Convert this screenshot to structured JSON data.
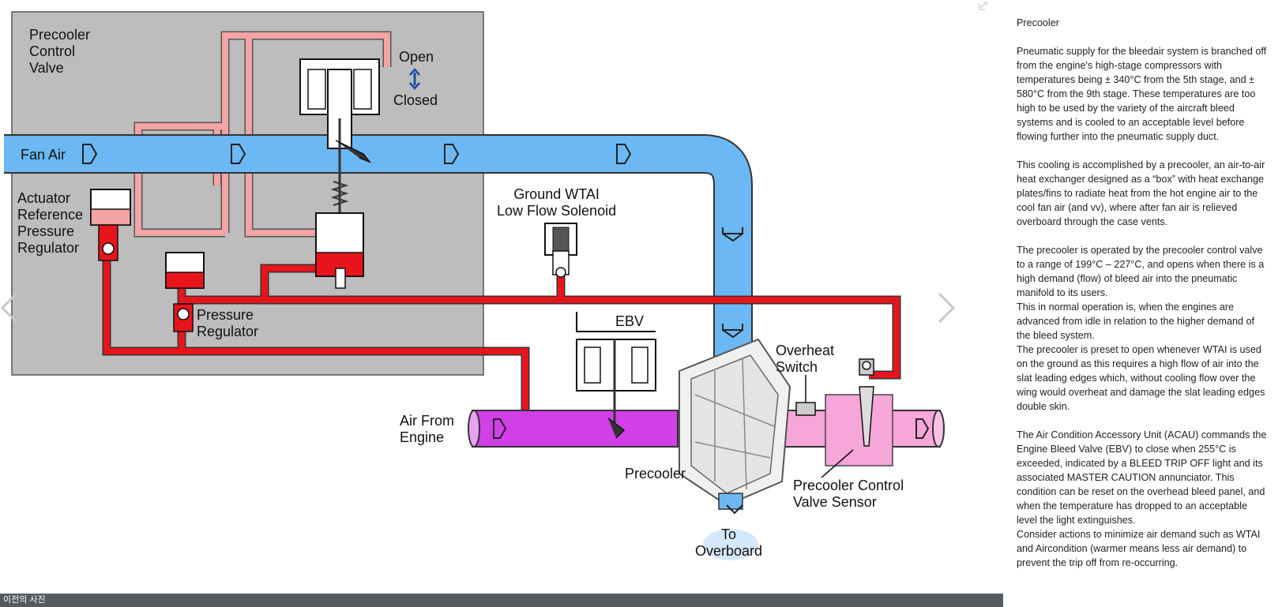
{
  "viewer": {
    "caption": "이전의 사진",
    "labels": {
      "valve_title": "Precooler\nControl\nValve",
      "open": "Open",
      "closed": "Closed",
      "fan_air": "Fan Air",
      "actuator": "Actuator\nReference\nPressure\nRegulator",
      "pressure_regulator": "Pressure\nRegulator",
      "solenoid": "Ground WTAI\nLow Flow Solenoid",
      "ebv": "EBV",
      "overheat": "Overheat\nSwitch",
      "air_from_engine": "Air From\nEngine",
      "precooler": "Precooler",
      "sensor": "Precooler Control\nValve Sensor",
      "overboard": "To\nOverboard"
    }
  },
  "colors": {
    "fan_air": "#6cb8f4",
    "engine_air": "#d23ee8",
    "mixed_air": "#f6a6d8",
    "red_line": "#e8141c",
    "pink_line": "#f3a4a4",
    "panel_bg": "#bdbdbd",
    "caption_bg": "#555a5d"
  },
  "panel": {
    "title": "Precooler",
    "paragraphs": [
      "Pneumatic supply for the bleedair system is branched off from the engine's high-stage compressors with temperatures being ± 340°C from the 5th stage, and ± 580°C from the 9th stage. These temperatures are too high to be used by the variety of the aircraft bleed systems and is cooled to an acceptable level before flowing further into the pneumatic supply duct.",
      "This cooling is accomplished by a precooler, an air-to-air heat exchanger designed as a “box” with heat exchange plates/fins to radiate heat from the hot engine air to the cool fan air (and vv), where after fan air is relieved overboard through the case vents.",
      "The precooler is operated by the precooler control valve to a range of 199°C – 227°C, and opens when there is a high demand (flow) of bleed air into the pneumatic manifold to its users.\nThis in normal operation is, when the engines are advanced from idle in relation to the higher demand of the bleed system.\nThe precooler is preset to open whenever WTAI is used on the ground as this requires a high flow of air into the slat leading edges which, without cooling flow over the wing would overheat and damage the slat leading edges double skin.",
      "The Air Condition Accessory Unit (ACAU) commands the Engine Bleed Valve (EBV) to close when 255°C is exceeded, indicated by a BLEED TRIP OFF light and its associated MASTER CAUTION annunciator. This condition can be reset on the overhead bleed panel, and when the temperature has dropped to an acceptable level the light extinguishes.\nConsider actions to minimize air demand such as WTAI and Aircondition (warmer means less air demand) to prevent the trip off from re-occurring."
    ]
  },
  "icons": {
    "prev": "chevron-left-icon",
    "next": "chevron-right-icon",
    "expand": "expand-icon"
  }
}
